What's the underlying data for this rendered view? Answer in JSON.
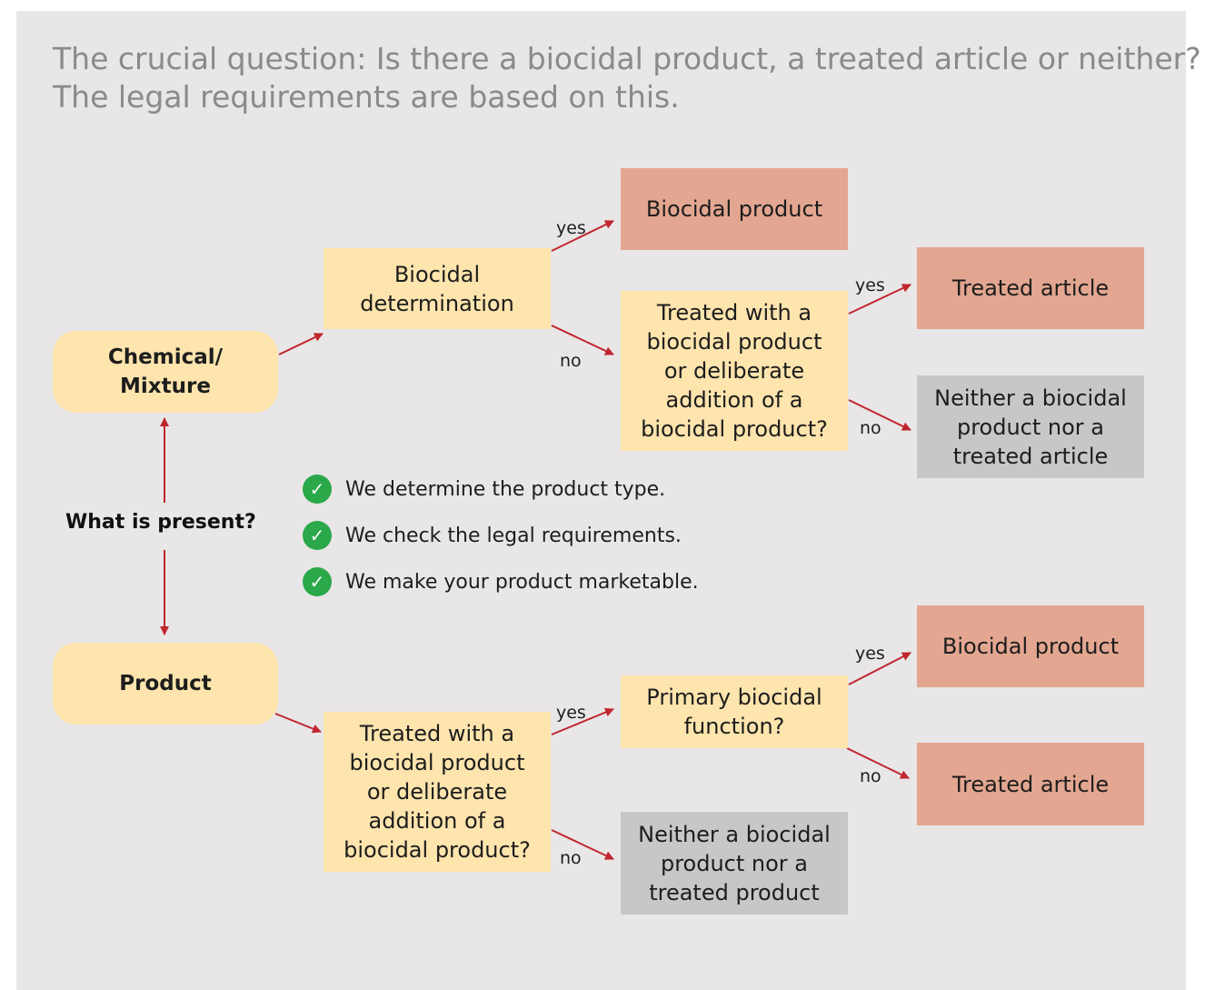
{
  "heading": {
    "line1": "The crucial question: Is there a biocidal product, a treated article or neither?",
    "line2": "The legal requirements are based on this."
  },
  "nodes": {
    "chemical": "Chemical/\nMixture",
    "product": "Product",
    "biocidal_determination": "Biocidal\ndetermination",
    "top_result_biocidal": "Biocidal product",
    "top_treated_question": "Treated with a\nbiocidal product\nor deliberate\naddition of a\nbiocidal product?",
    "top_result_treated": "Treated article",
    "top_result_neither": "Neither a biocidal\nproduct nor a\ntreated article",
    "bottom_treated_question": "Treated with a\nbiocidal product\nor deliberate\naddition of a\nbiocidal product?",
    "primary_function_question": "Primary biocidal\nfunction?",
    "bottom_result_biocidal": "Biocidal product",
    "bottom_result_treated": "Treated article",
    "bottom_result_neither": "Neither a biocidal\nproduct nor a\ntreated product"
  },
  "edge_labels": {
    "yes": "yes",
    "no": "no"
  },
  "center_label": "What is present?",
  "checklist": [
    "We determine the product type.",
    "We check the legal requirements.",
    "We make your product marketable."
  ],
  "icons": {
    "check": "check-circle-icon"
  },
  "colors": {
    "question_fill": "#fee4ad",
    "result_fill": "#e3a690",
    "neither_fill": "#c8c7c8",
    "arrow": "#c0262d",
    "check": "#2aa84a"
  }
}
